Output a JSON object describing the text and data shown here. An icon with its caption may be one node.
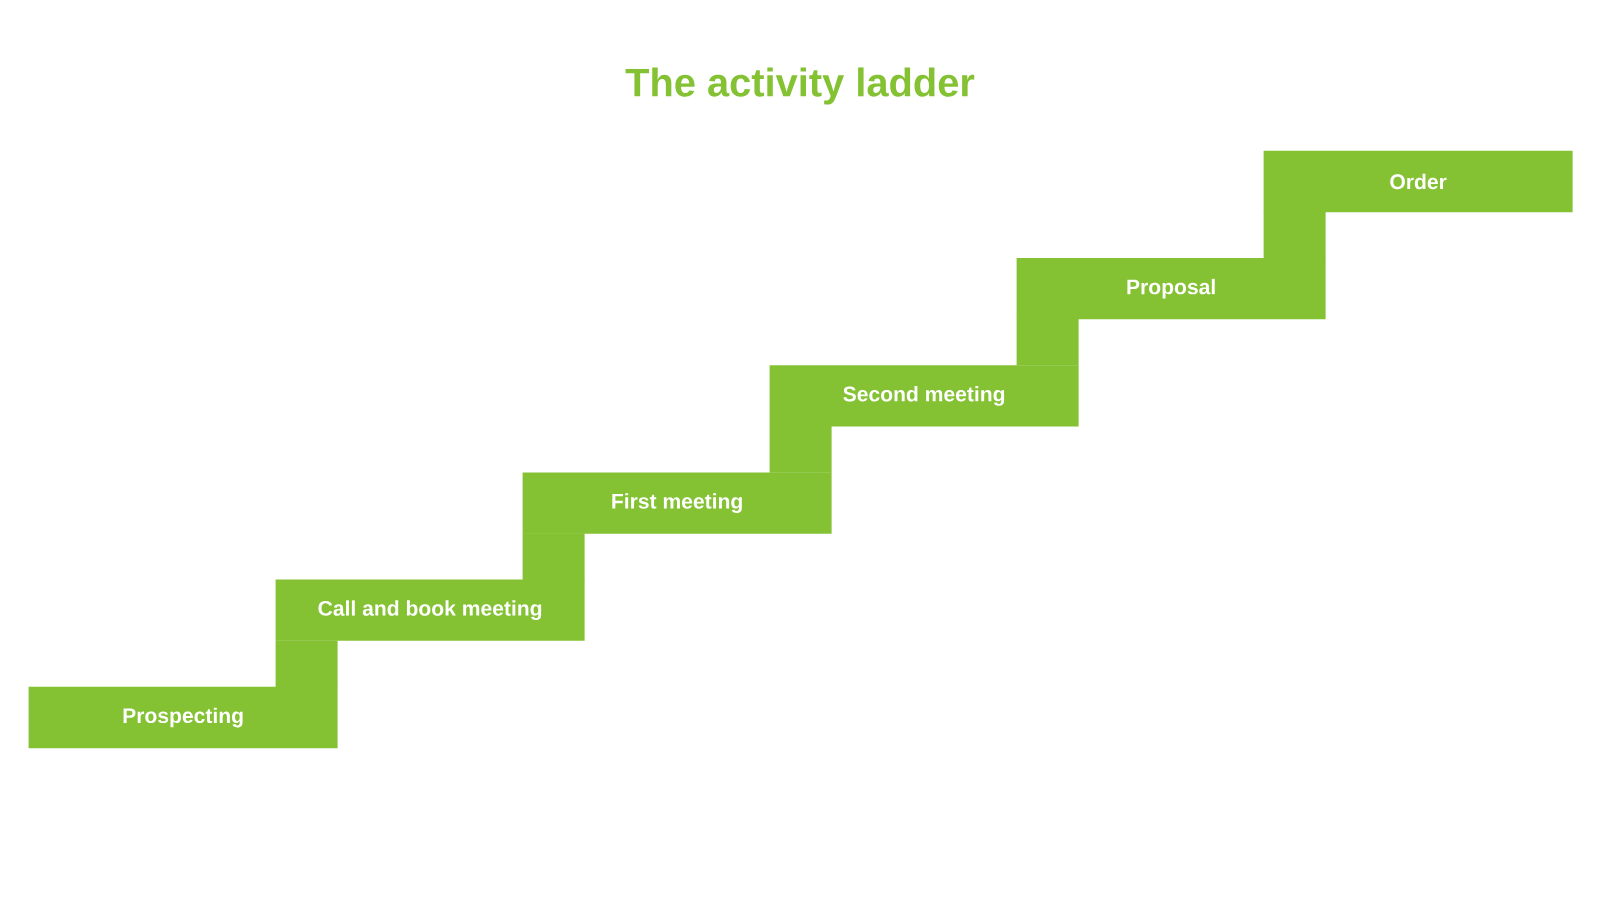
{
  "diagram": {
    "title": "The activity ladder",
    "nodes": [
      {
        "text": [
          "Prospecting"
        ]
      },
      {
        "text": [
          "Call and book meeting"
        ]
      },
      {
        "text": [
          "First meeting"
        ]
      },
      {
        "text": [
          "Second meeting"
        ]
      },
      {
        "text": [
          "Proposal"
        ]
      },
      {
        "text": [
          "Order"
        ]
      }
    ]
  }
}
